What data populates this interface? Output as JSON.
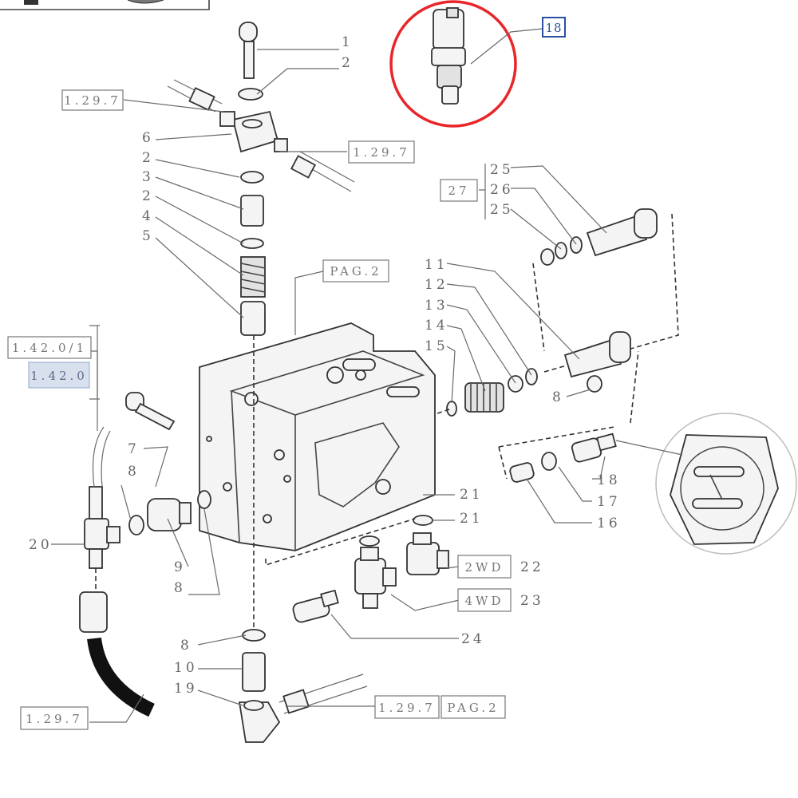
{
  "callouts": {
    "n1": "1",
    "n2a": "2",
    "n6": "6",
    "n2b": "2",
    "n3": "3",
    "n2c": "2",
    "n4": "4",
    "n5": "5",
    "n25a": "25",
    "n26": "26",
    "n25b": "25",
    "n27": "27",
    "n11": "11",
    "n12": "12",
    "n13": "13",
    "n14": "14",
    "n15": "15",
    "n8a": "8",
    "n7": "7",
    "n8b": "8",
    "n20": "20",
    "n9": "9",
    "n8c": "8",
    "n21a": "21",
    "n21b": "21",
    "n22": "22",
    "n23": "23",
    "n24": "24",
    "n18": "18",
    "n17": "17",
    "n16": "16",
    "n8d": "8",
    "n10": "10",
    "n19": "19"
  },
  "refs": {
    "r1297_top": "1.29.7",
    "r1297_right": "1.29.7",
    "pag2_center": "PAG.2",
    "r1420_1": "1.42.0/1",
    "r1420": "1.42.0",
    "r1297_bottomleft": "1.29.7",
    "r1297_bottom": "1.29.7",
    "pag2_bottom": "PAG.2",
    "wd2": "2WD",
    "wd4": "4WD"
  },
  "selected_part": "18",
  "colors": {
    "highlight_circle": "#e8262a",
    "selected_box": "#2a4fa0",
    "highlight_fill": "#d8e0ee"
  }
}
